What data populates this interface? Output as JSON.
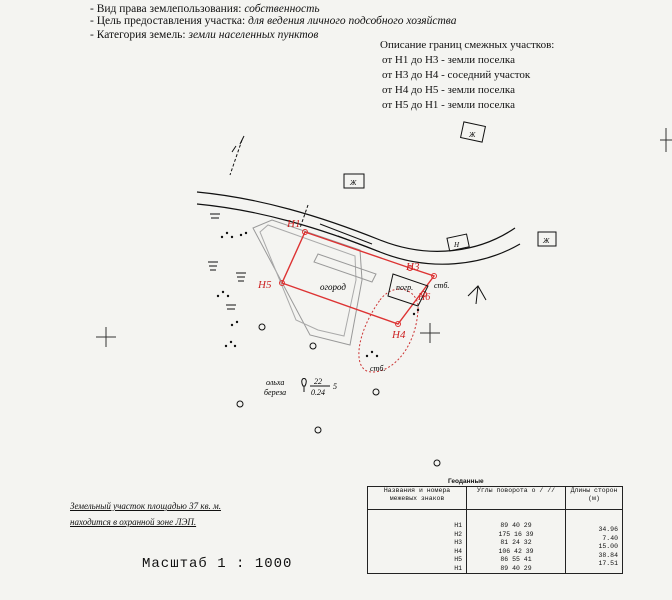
{
  "header": {
    "rights_label": "- Вид права землепользования:",
    "rights_value": "собственность",
    "purpose_label": "- Цель предоставления участка:",
    "purpose_value": "для ведения личного подсобного хозяйства",
    "category_label": "- Категория земель:",
    "category_value": "земли населенных пунктов"
  },
  "borders": {
    "title": "Описание границ смежных участков:",
    "rows": [
      "от  Н1  до  Н3  - земли поселка",
      "от  Н3  до  Н4  - соседний участок",
      "от  Н4  до  Н5  - земли поселка",
      "от  Н5  до  Н1  - земли поселка"
    ]
  },
  "map_labels": {
    "h1": "Н1",
    "h3": "Н3",
    "h4": "Н4",
    "h5": "Н5",
    "h6": "Н6",
    "garden": "огород",
    "cellar": "погр.",
    "shed1": "стб.",
    "shed2": "стб.",
    "building_n": "Н",
    "building_zh1": "Ж",
    "building_zh2": "Ж",
    "building_zh3": "Ж",
    "tree_species_1": "ольха",
    "tree_species_2": "береза",
    "tree_num_top": "22",
    "tree_num_bot": "0.24",
    "tree_num_side": "5"
  },
  "note": {
    "line1": "Земельный участок площадью 37 кв. м.",
    "line2": "находится в охранной зоне ЛЭП."
  },
  "scale": "Масштаб   1 : 1000",
  "geodata": {
    "title": "Геоданные",
    "headers": [
      "Названия и номера межевых знаков",
      "Углы поворота о  /  //",
      "Длины сторон (м)"
    ],
    "points": [
      "Н1",
      "Н2",
      "Н3",
      "Н4",
      "Н5",
      "Н1"
    ],
    "angles": [
      "89 40 29",
      "175 16 39",
      "81 24 32",
      "106 42 39",
      "86 55 41",
      "89 40 29"
    ],
    "lengths": [
      "34.96",
      "7.40",
      "15.00",
      "38.84",
      "17.51"
    ]
  }
}
